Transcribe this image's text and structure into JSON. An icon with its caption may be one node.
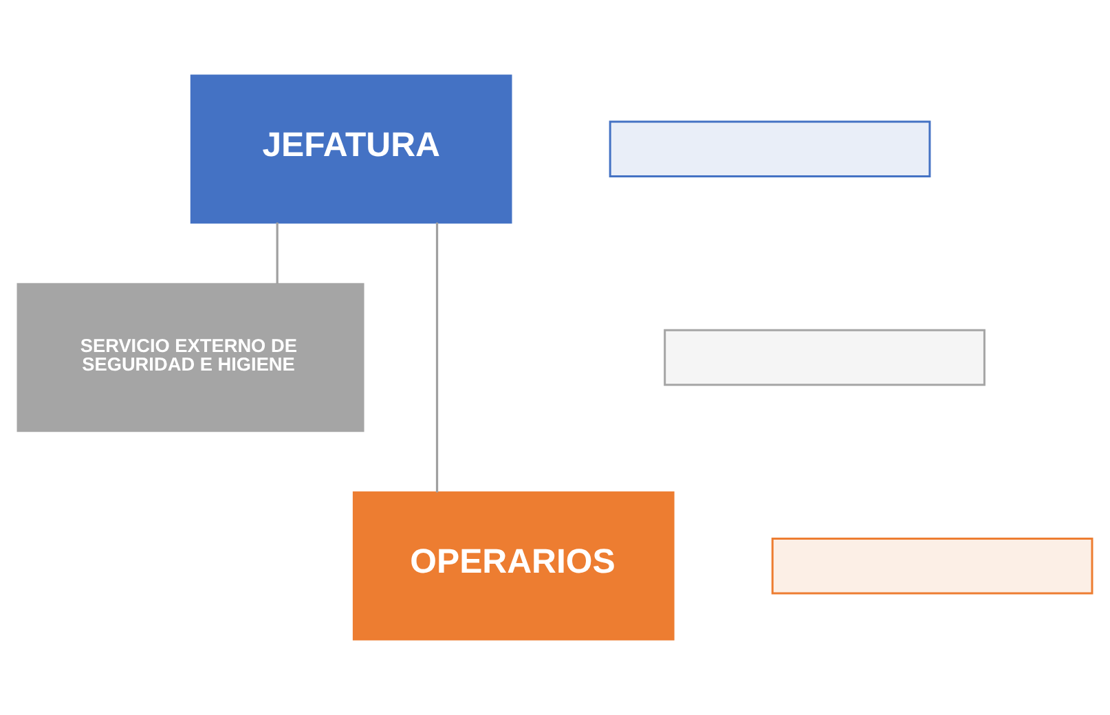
{
  "diagram": {
    "nodes": [
      {
        "text": [
          "JEFATURA"
        ]
      },
      {
        "text": [],
        "shape": "box"
      },
      {
        "text": [
          "SERVICIO EXTERNO DE SEGURIDAD E HIGIENE"
        ]
      },
      {
        "text": [],
        "shape": "box"
      },
      {
        "text": [
          "OPERARIOS"
        ]
      },
      {
        "text": [],
        "shape": "box"
      }
    ],
    "edges": [
      {
        "from": 0,
        "to": 2,
        "arrow": "none"
      },
      {
        "from": 0,
        "to": 4,
        "arrow": "none"
      }
    ]
  }
}
